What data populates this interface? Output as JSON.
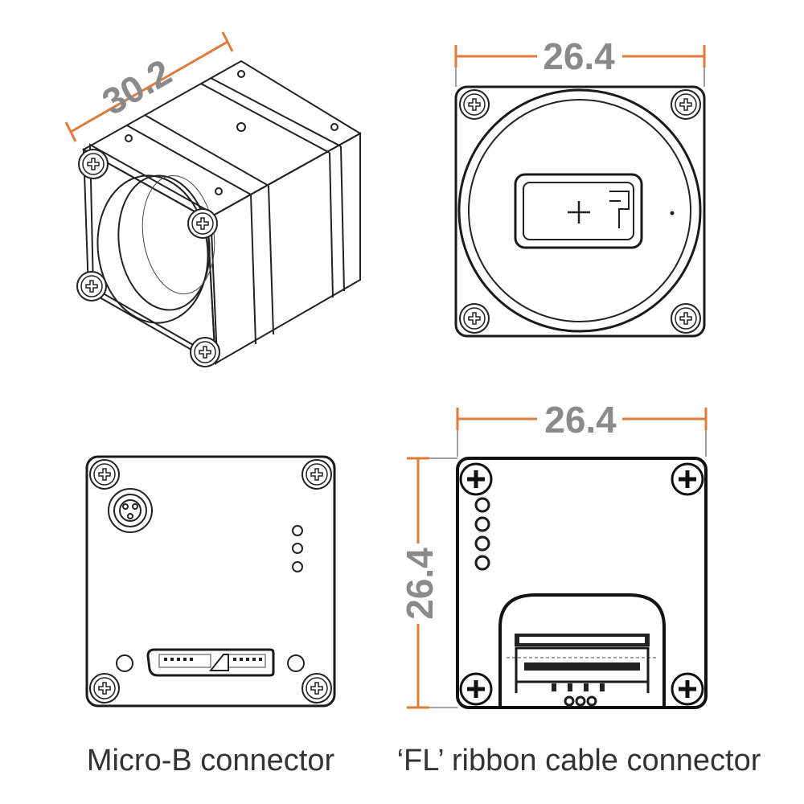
{
  "dimensions": {
    "iso_depth": "30.2",
    "front_width": "26.4",
    "back_fl_width": "26.4",
    "back_fl_height": "26.4"
  },
  "captions": {
    "micro_b": "Micro-B connector",
    "fl_ribbon": "‘FL’ ribbon cable connector"
  },
  "colors": {
    "dimension_line": "#e07b39",
    "dimension_text": "#8a8a8a",
    "outline": "#222222"
  }
}
